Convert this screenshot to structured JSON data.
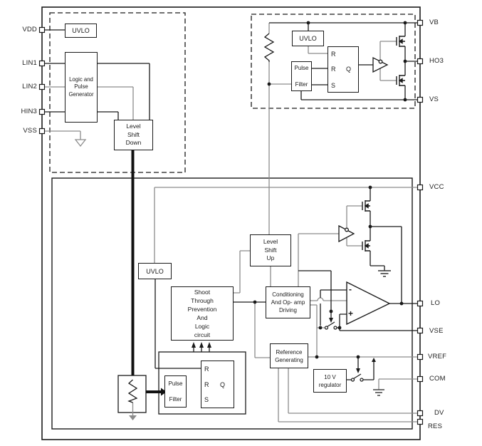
{
  "diagram": {
    "pins": {
      "left": [
        "VDD",
        "LIN1",
        "LIN2",
        "HIN3",
        "VSS"
      ],
      "right": [
        "VB",
        "HO3",
        "VS",
        "VCC",
        "LO",
        "VSE",
        "VREF",
        "COM",
        "DV",
        "RES"
      ]
    },
    "blocks": {
      "uvlo_input": "UVLO",
      "logic_pulse_generator": "Logic and\nPulse\nGenerator",
      "level_shift_down": "Level\nShift\nDown",
      "uvlo_highside": "UVLO",
      "pulse_filter_highside": {
        "line1": "Pulse",
        "line2": "Filter"
      },
      "latch_highside": {
        "r1": "R",
        "r2": "R",
        "q": "Q",
        "s": "S"
      },
      "level_shift_up": "Level\nShift\nUp",
      "uvlo_lowside": "UVLO",
      "shoot_through": "Shoot\nThrough\nPrevention\nAnd\nLogic\ncircuit",
      "conditioning": "Conditioning\nAnd Op- amp\nDriving",
      "reference_generating": "Reference\nGenerating",
      "regulator_10v": "10 V\nregulator",
      "pulse_filter_lowside": {
        "line1": "Pulse",
        "line2": "Filter"
      },
      "latch_lowside": {
        "r1": "R",
        "r2": "R",
        "q": "Q",
        "s": "S"
      }
    },
    "opamp": {
      "minus": "-",
      "plus": "+"
    },
    "colors": {
      "wire": "#1a1a1a",
      "wire_gray": "#8c8c8c",
      "background": "#ffffff"
    }
  }
}
